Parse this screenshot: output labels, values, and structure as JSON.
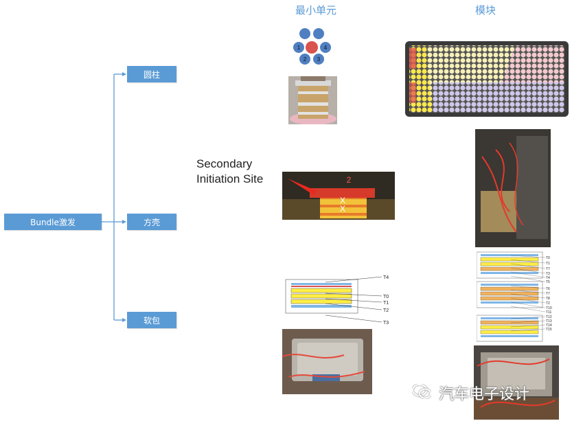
{
  "columns": {
    "unit_title": "最小单元",
    "module_title": "模块"
  },
  "tree": {
    "root_label": "Bundle激发",
    "children": [
      {
        "label": "圆柱"
      },
      {
        "label": "方壳"
      },
      {
        "label": "软包"
      }
    ]
  },
  "cylinder_numbers": [
    "1",
    "2",
    "3",
    "4"
  ],
  "secondary_label": {
    "line1": "Secondary",
    "line2": "Initiation Site"
  },
  "photo_markers": [
    "2",
    "X",
    "X"
  ],
  "pouch_cell_labels": [
    "T4",
    "T0",
    "T1",
    "T2",
    "T3"
  ],
  "pouch_module_labels": [
    "T0",
    "T1",
    "T7",
    "T3",
    "T4",
    "T5",
    "T6",
    "T7",
    "T8",
    "T2",
    "T10",
    "T11",
    "T12",
    "T13",
    "T14",
    "T15"
  ],
  "watermark": "汽车电子设计",
  "colors": {
    "node_fill": "#5b9bd5",
    "connector": "#5b9bd5",
    "trigger_cell": "#d9534f",
    "cell_blue": "#4f7fc1"
  }
}
